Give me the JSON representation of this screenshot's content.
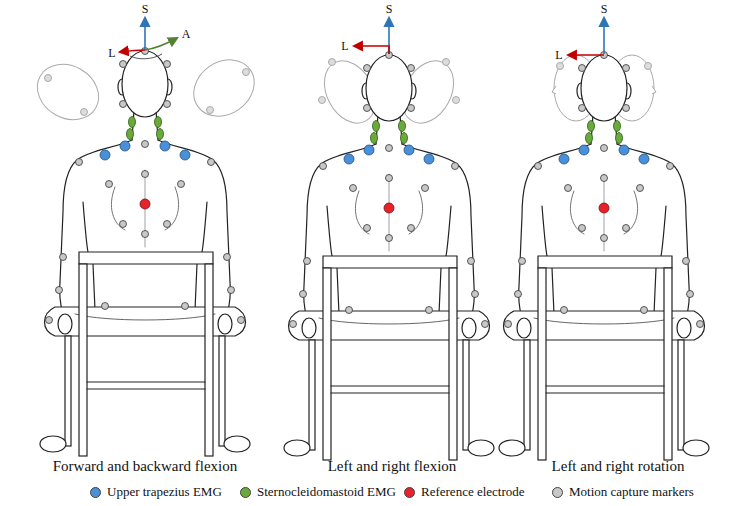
{
  "diagram": {
    "labels": [
      "S",
      "L",
      "A",
      "S",
      "L",
      "S",
      "L",
      "Forward and backward flexion",
      "Left and right flexion",
      "Left and right rotation"
    ],
    "legend": [
      {
        "text": "Upper trapezius EMG",
        "color": "#4a90d9"
      },
      {
        "text": "Sternocleidomastoid EMG",
        "color": "#6aaa3a"
      },
      {
        "text": "Reference electrode",
        "color": "#e8222a"
      },
      {
        "text": "Motion capture markers",
        "color": "#c8c8c8"
      }
    ]
  }
}
